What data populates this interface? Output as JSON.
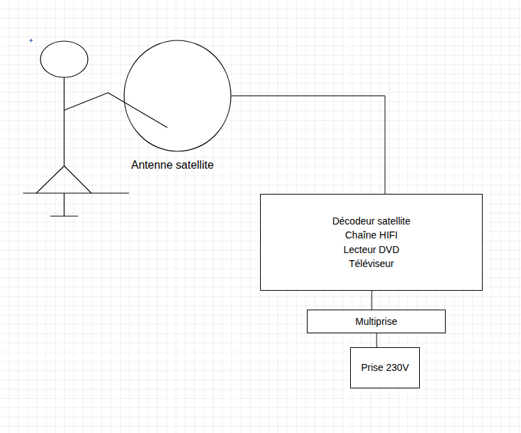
{
  "diagram": {
    "nodes": [
      {
        "text": [
          "Antenne satellite"
        ]
      },
      {
        "text": [
          "Décodeur satellite",
          "Chaîne HIFI",
          "Lecteur DVD",
          "Téléviseur"
        ]
      },
      {
        "text": [
          "Multiprise"
        ]
      },
      {
        "text": [
          "Prise 230V"
        ]
      }
    ],
    "edges": [
      {
        "from": 0,
        "to": 1,
        "arrow": "none"
      },
      {
        "from": 1,
        "to": 2,
        "arrow": "none"
      },
      {
        "from": 2,
        "to": 3,
        "arrow": "none"
      }
    ]
  }
}
